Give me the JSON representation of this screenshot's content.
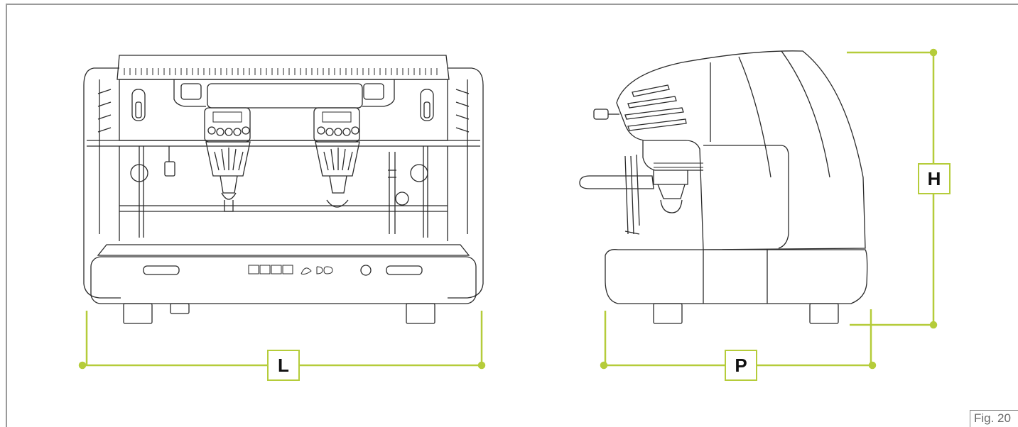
{
  "labels": {
    "length": "L",
    "depth": "P",
    "height": "H",
    "figure": "Fig. 20"
  },
  "colors": {
    "dimension_line": "#b5cc3a",
    "drawing_stroke": "#2b2b2b",
    "frame": "#9a9a9a"
  }
}
